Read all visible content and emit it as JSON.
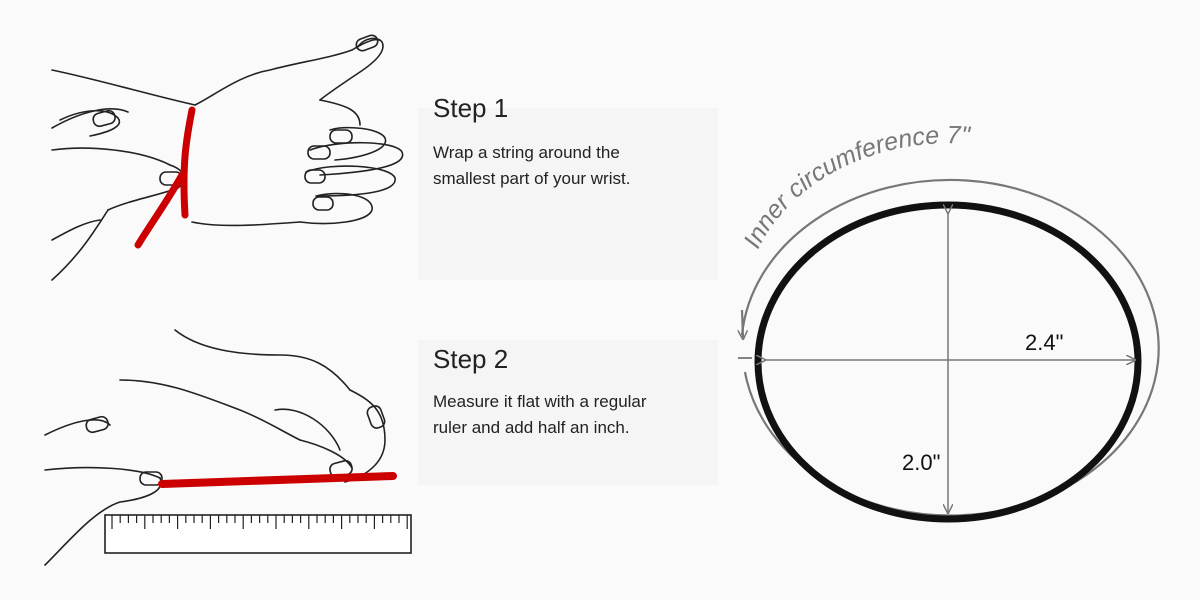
{
  "steps": [
    {
      "title": "Step 1",
      "text": "Wrap a string around the smallest part of your wrist."
    },
    {
      "title": "Step 2",
      "text": "Measure it flat with a regular ruler and add half an inch."
    }
  ],
  "diagram": {
    "circumference_label": "Inner circumference 7\"",
    "width_label": "2.4\"",
    "height_label": "2.0\""
  },
  "colors": {
    "string": "#cc0000",
    "outline": "#111111",
    "ring": "#111111",
    "guide": "#777777"
  }
}
